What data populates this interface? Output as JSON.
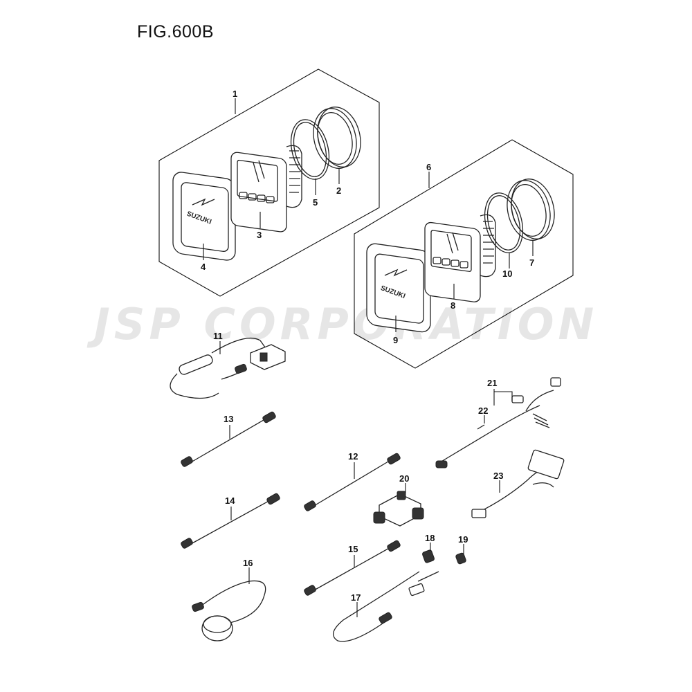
{
  "figure": {
    "title": "FIG.600B"
  },
  "watermark": {
    "text": "JSP CORPORATION"
  },
  "callouts": {
    "c1": "1",
    "c2": "2",
    "c3": "3",
    "c4": "4",
    "c5": "5",
    "c6": "6",
    "c7": "7",
    "c8": "8",
    "c9": "9",
    "c10": "10",
    "c11": "11",
    "c12": "12",
    "c13": "13",
    "c14": "14",
    "c15": "15",
    "c16": "16",
    "c17": "17",
    "c18": "18",
    "c19": "19",
    "c20": "20",
    "c21": "21",
    "c22": "22",
    "c23": "23"
  }
}
